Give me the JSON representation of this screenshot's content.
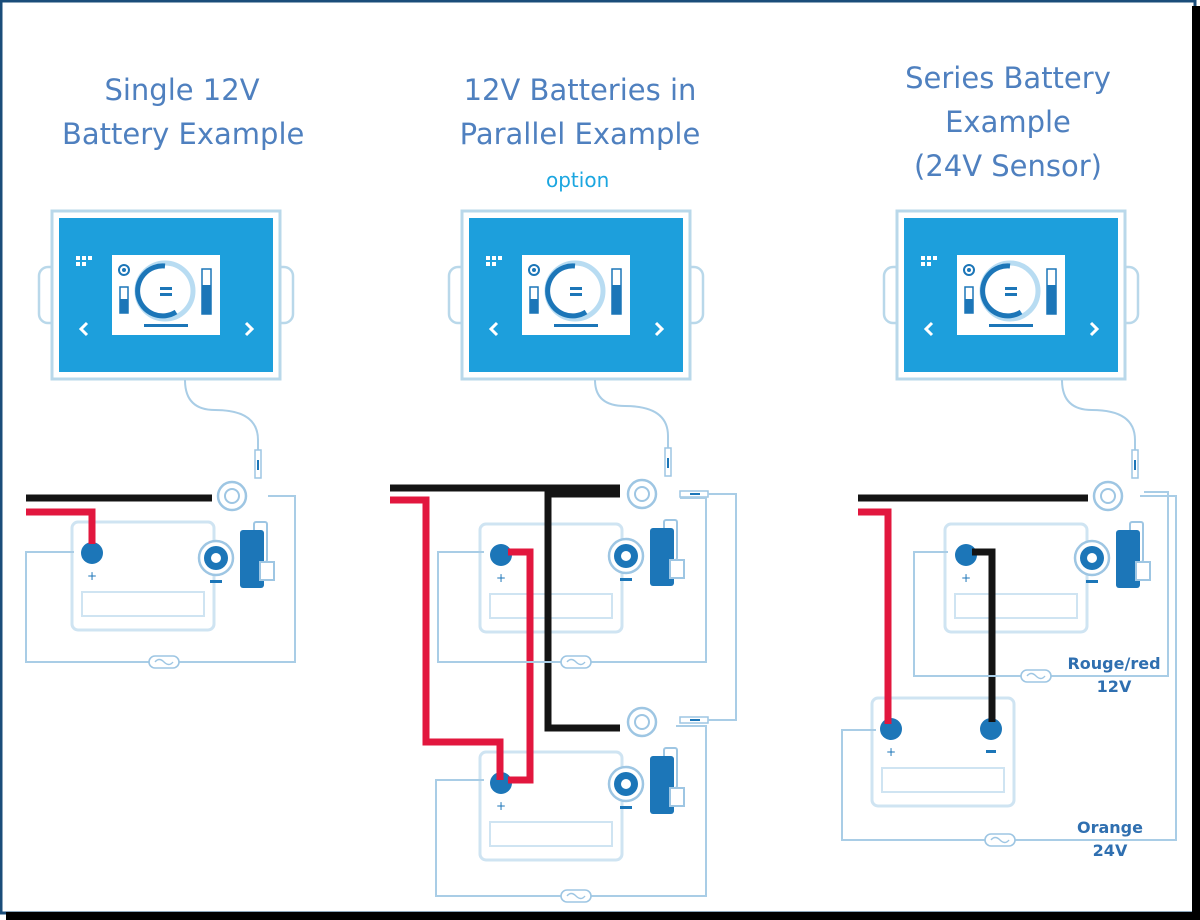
{
  "panels": [
    {
      "title_lines": [
        "Single 12V",
        "Battery Example"
      ]
    },
    {
      "title_lines": [
        "12V Batteries in",
        "Parallel Example"
      ],
      "note": "option"
    },
    {
      "title_lines": [
        "Series Battery",
        "Example",
        "(24V Sensor)"
      ]
    }
  ],
  "series_labels": {
    "wire_12v": {
      "line1": "Rouge/red",
      "line2": "12V"
    },
    "wire_24v": {
      "line1": "Orange",
      "line2": "24V"
    }
  },
  "colors": {
    "title": "#4f80bf",
    "option": "#1ba6e0",
    "monitor_screen": "#1d9fdc",
    "positive_cable": "#e2173e",
    "negative_cable": "#141414",
    "sense_wire": "#a9cde6",
    "terminal": "#1c76b8"
  }
}
